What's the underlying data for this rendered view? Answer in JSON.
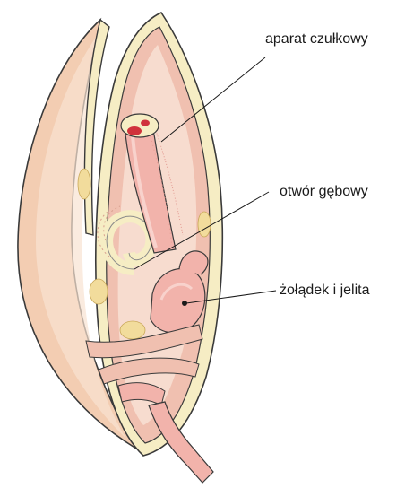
{
  "labels": {
    "tentacle_apparatus": "aparat czułkowy",
    "mouth_opening": "otwór gębowy",
    "stomach_intestines": "żołądek i jelita"
  },
  "colors": {
    "shell_outer": "#f3cdb2",
    "shell_inner": "#f8e3d2",
    "shell_rim": "#f6edc4",
    "mantle": "#f0b2a8",
    "organ_pink": "#f2b3ab",
    "organ_highlight": "#f8d2cc",
    "gland_yellow": "#f2dc9c",
    "outline": "#3a3a3a",
    "leader_line": "#1a1a1a"
  }
}
